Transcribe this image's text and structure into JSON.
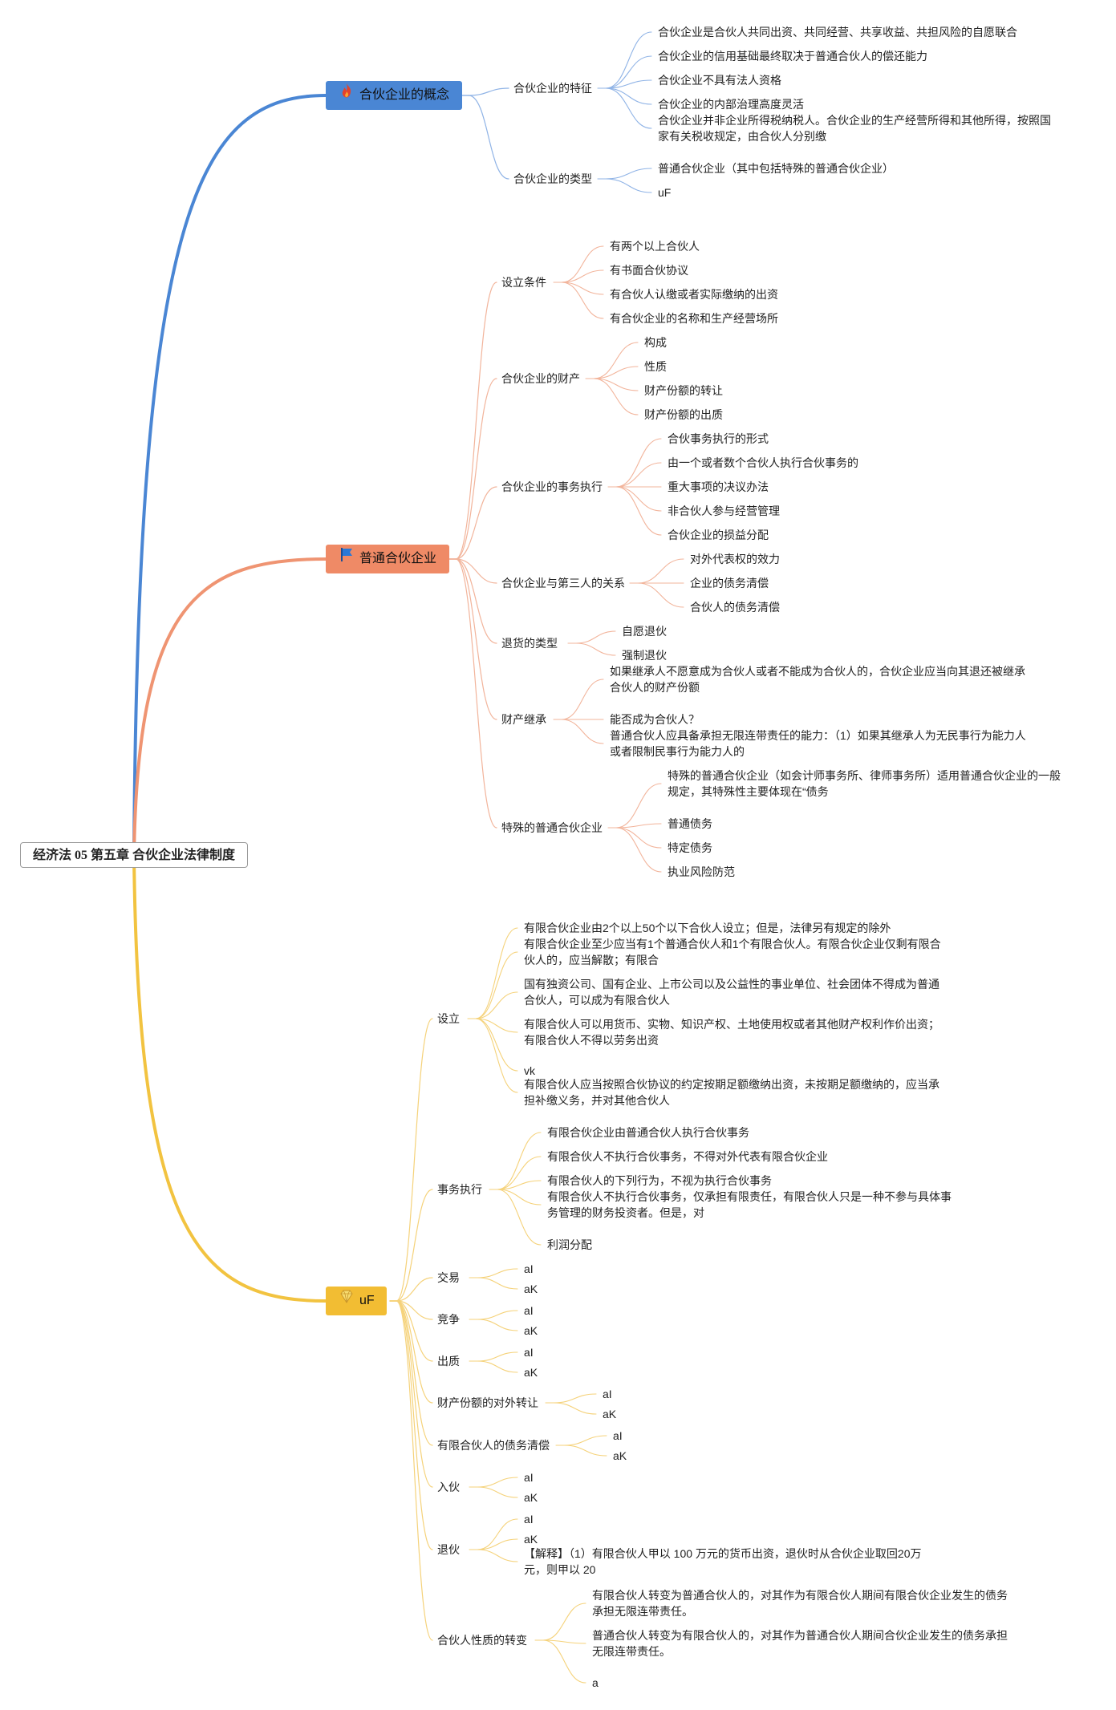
{
  "root": {
    "title": "经济法 05 第五章 合伙企业法律制度"
  },
  "colors": {
    "blue": "#4a86d4",
    "orange": "#ef8a66",
    "yellow": "#f2bd33"
  },
  "icons": {
    "blue": "fire-icon",
    "orange": "flag-icon",
    "yellow": "gem-icon"
  },
  "branches": {
    "blue": {
      "label": "合伙企业的概念",
      "groups": [
        {
          "label": "合伙企业的特征",
          "items": [
            "合伙企业是合伙人共同出资、共同经营、共享收益、共担风险的自愿联合",
            "合伙企业的信用基础最终取决于普通合伙人的偿还能力",
            "合伙企业不具有法人资格",
            "合伙企业的内部治理高度灵活",
            "合伙企业并非企业所得税纳税人。合伙企业的生产经营所得和其他所得，按照国家有关税收规定，由合伙人分别缴"
          ]
        },
        {
          "label": "合伙企业的类型",
          "items": [
            "普通合伙企业（其中包括特殊的普通合伙企业）",
            "uF"
          ]
        }
      ]
    },
    "orange": {
      "label": "普通合伙企业",
      "groups": [
        {
          "label": "设立条件",
          "items": [
            "有两个以上合伙人",
            "有书面合伙协议",
            "有合伙人认缴或者实际缴纳的出资",
            "有合伙企业的名称和生产经营场所"
          ]
        },
        {
          "label": "合伙企业的财产",
          "items": [
            "构成",
            "性质",
            "财产份额的转让",
            "财产份额的出质"
          ]
        },
        {
          "label": "合伙企业的事务执行",
          "items": [
            "合伙事务执行的形式",
            "由一个或者数个合伙人执行合伙事务的",
            "重大事项的决议办法",
            "非合伙人参与经营管理",
            "合伙企业的损益分配"
          ]
        },
        {
          "label": "合伙企业与第三人的关系",
          "items": [
            "对外代表权的效力",
            "企业的债务清偿",
            "合伙人的债务清偿"
          ]
        },
        {
          "label": "退货的类型",
          "items": [
            "自愿退伙",
            "强制退伙"
          ]
        },
        {
          "label": "财产继承",
          "items": [
            "如果继承人不愿意成为合伙人或者不能成为合伙人的，合伙企业应当向其退还被继承合伙人的财产份额",
            "能否成为合伙人？",
            "普通合伙人应具备承担无限连带责任的能力：（1）如果其继承人为无民事行为能力人或者限制民事行为能力人的"
          ]
        },
        {
          "label": "特殊的普通合伙企业",
          "items": [
            "特殊的普通合伙企业（如会计师事务所、律师事务所）适用普通合伙企业的一般规定，其特殊性主要体现在“债务",
            "普通债务",
            "特定债务",
            "执业风险防范"
          ]
        }
      ]
    },
    "yellow": {
      "label": "uF",
      "groups": [
        {
          "label": "设立",
          "items": [
            "有限合伙企业由2个以上50个以下合伙人设立；但是，法律另有规定的除外",
            "有限合伙企业至少应当有1个普通合伙人和1个有限合伙人。有限合伙企业仅剩有限合伙人的，应当解散；有限合",
            "国有独资公司、国有企业、上市公司以及公益性的事业单位、社会团体不得成为普通合伙人，可以成为有限合伙人",
            "有限合伙人可以用货币、实物、知识产权、土地使用权或者其他财产权利作价出资；有限合伙人不得以劳务出资",
            "vk",
            "有限合伙人应当按照合伙协议的约定按期足额缴纳出资，未按期足额缴纳的，应当承担补缴义务，并对其他合伙人"
          ]
        },
        {
          "label": "事务执行",
          "items": [
            "有限合伙企业由普通合伙人执行合伙事务",
            "有限合伙人不执行合伙事务，不得对外代表有限合伙企业",
            "有限合伙人的下列行为，不视为执行合伙事务",
            "有限合伙人不执行合伙事务，仅承担有限责任，有限合伙人只是一种不参与具体事务管理的财务投资者。但是，对",
            "利润分配"
          ]
        },
        {
          "label": "交易",
          "items": [
            "aI",
            "aK"
          ]
        },
        {
          "label": "竞争",
          "items": [
            "aI",
            "aK"
          ]
        },
        {
          "label": "出质",
          "items": [
            "aI",
            "aK"
          ]
        },
        {
          "label": "财产份额的对外转让",
          "items": [
            "aI",
            "aK"
          ]
        },
        {
          "label": "有限合伙人的债务清偿",
          "items": [
            "aI",
            "aK"
          ]
        },
        {
          "label": "入伙",
          "items": [
            "aI",
            "aK"
          ]
        },
        {
          "label": "退伙",
          "items": [
            "aI",
            "aK",
            "【解释】（1）有限合伙人甲以 100 万元的货币出资，退伙时从合伙企业取回20万元，则甲以 20"
          ]
        },
        {
          "label": "合伙人性质的转变",
          "items": [
            "有限合伙人转变为普通合伙人的，对其作为有限合伙人期间有限合伙企业发生的债务承担无限连带责任。",
            "普通合伙人转变为有限合伙人的，对其作为普通合伙人期间合伙企业发生的债务承担无限连带责任。",
            "a"
          ]
        }
      ]
    }
  }
}
